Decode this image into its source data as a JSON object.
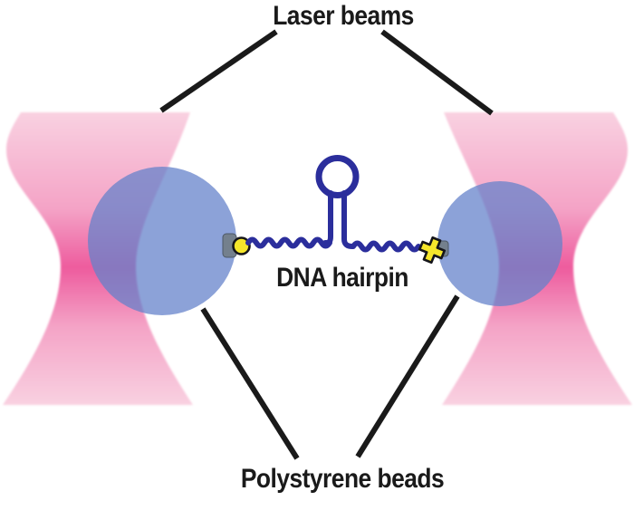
{
  "figure": {
    "type": "optical-tweezers-dna-hairpin-diagram"
  },
  "labels": {
    "laser_beams": "Laser beams",
    "dna_hairpin": "DNA hairpin",
    "polystyrene_beads": "Polystyrene beads"
  },
  "colors": {
    "background": "#ffffff",
    "text": "#1a1a1a",
    "pointer_line": "#1a1a1a",
    "beam_edge": "#f9d1e1",
    "beam_soft": "#f4a3c6",
    "beam_mid": "#ee5c9e",
    "bead_fill": "#6482ca",
    "dna_strand": "#2b2e9c",
    "connector_yellow": "#f5e62b",
    "connector_gray": "#74808d",
    "connector_outline": "#15151a"
  }
}
